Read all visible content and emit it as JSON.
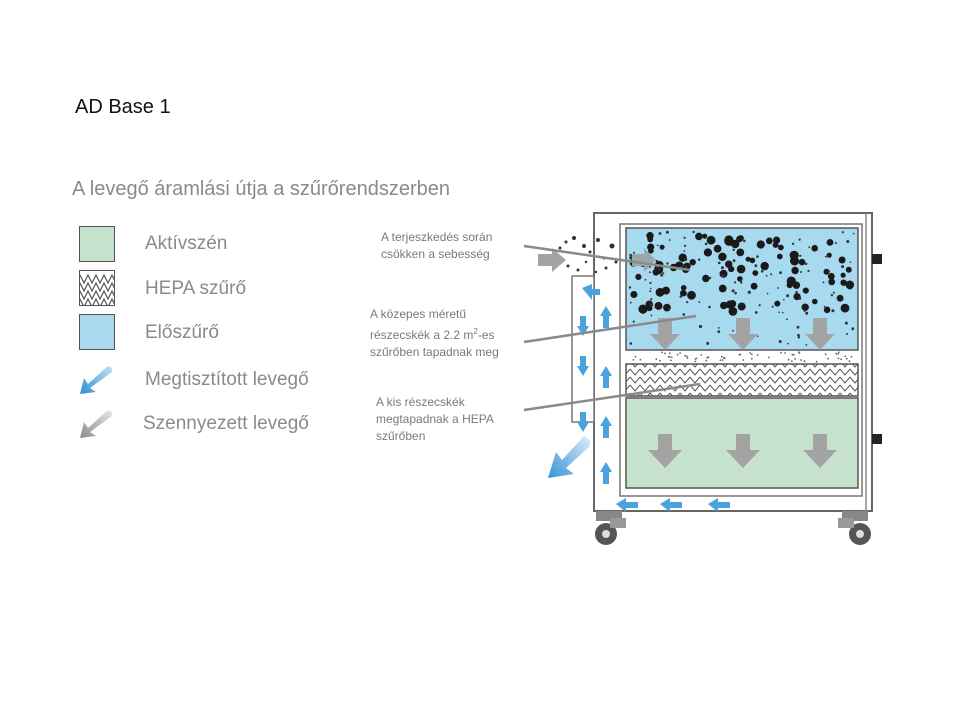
{
  "slide": {
    "title": "AD Base 1",
    "subtitle": "A levegő áramlási útja a szűrőrendszerben"
  },
  "legend": [
    {
      "label": "Aktívszén",
      "swatch": "activated-carbon",
      "color": "#c6e2cc"
    },
    {
      "label": "HEPA szűrő",
      "swatch": "hepa-filter",
      "color": "#ffffff"
    },
    {
      "label": "Előszűrő",
      "swatch": "pre-filter",
      "color": "#a7daef"
    },
    {
      "label": "Megtisztított levegő",
      "swatch": "clean-air-arrow-icon",
      "color": "#4aa3dc"
    },
    {
      "label": "Szennyezett levegő",
      "swatch": "polluted-air-arrow-icon",
      "color": "#a8a8a8"
    }
  ],
  "callouts": {
    "expansion_line1": "A terjeszkedés során",
    "expansion_line2": "csökken a sebesség",
    "medium_line1": "A közepes méretű",
    "medium_line2_pre": "részecskék a 2.2 m",
    "medium_line2_sup": "2",
    "medium_line2_post": "-es",
    "medium_line3": "szűrőben tapadnak meg",
    "small_line1": "A kis részecskék",
    "small_line2": "megtapadnak a HEPA",
    "small_line3": "szűrőben"
  },
  "colors": {
    "prefilter": "#a7daef",
    "carbon": "#c6e2cc",
    "clean_arrow": "#4aa3dc",
    "dirty_arrow": "#a8a8a8",
    "frame": "#555555"
  }
}
